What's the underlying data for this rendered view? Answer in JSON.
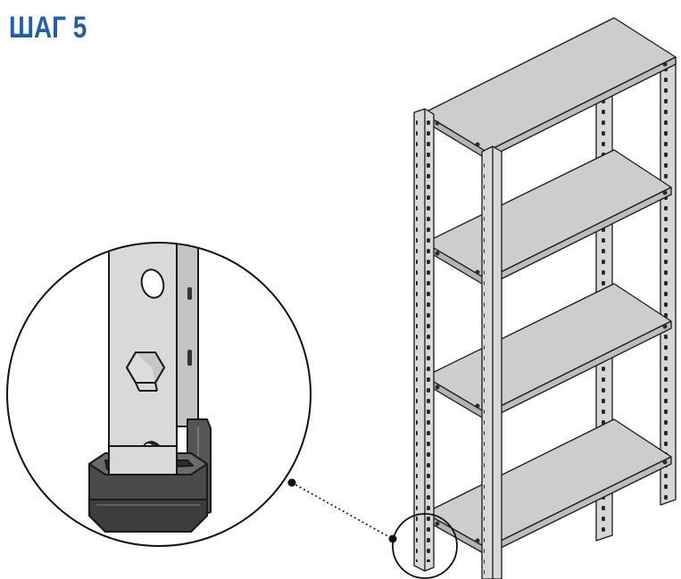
{
  "step": {
    "title": "ШАГ 5",
    "title_color": "#1f5fae"
  },
  "illustration": {
    "subject": "shelving-unit",
    "shelf_count": 4,
    "detail": "plastic-foot-cap-on-upright",
    "colors": {
      "outline": "#1a1a1a",
      "metal": "#d4d4d4",
      "metal_dark": "#b5b5b5",
      "shelf_top": "#c9c9c9",
      "foot_cap": "#4a4a4a"
    }
  }
}
